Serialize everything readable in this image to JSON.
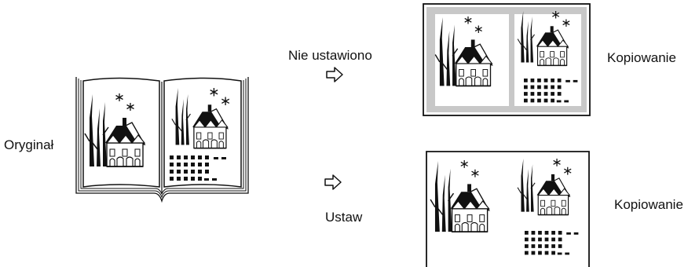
{
  "labels": {
    "original": "Oryginał",
    "not_set": "Nie ustawiono",
    "set": "Ustaw",
    "copy_top": "Kopiowanie",
    "copy_bottom": "Kopiowanie"
  },
  "icons": {
    "arrow_top": "hollow-right-arrow-icon",
    "arrow_bottom": "hollow-right-arrow-icon"
  },
  "colors": {
    "ink": "#111111",
    "shadow_border": "#c8c8c8"
  }
}
